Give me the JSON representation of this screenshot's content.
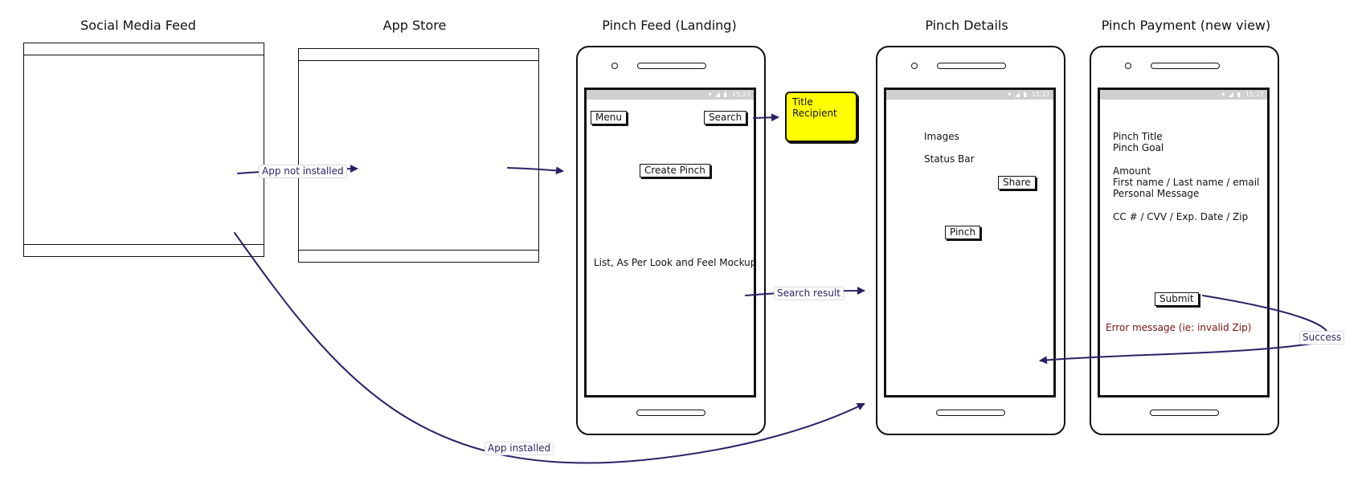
{
  "colors": {
    "arrow": "#2e1f66",
    "sticky": "#ffff00",
    "error_text": "#7a1212"
  },
  "titles": {
    "social": "Social Media Feed",
    "appstore": "App Store",
    "feed": "Pinch Feed (Landing)",
    "details": "Pinch Details",
    "payment": "Pinch Payment (new view)"
  },
  "statusbar": {
    "time": "15:27",
    "icons": "wifi-icon signal-icon battery-icon"
  },
  "feed": {
    "menu_button": "Menu",
    "search_button": "Search",
    "create_button": "Create Pinch",
    "list_text": "List, As Per Look and Feel Mockup"
  },
  "sticky_note": {
    "line1": "Title",
    "line2": "Recipient"
  },
  "details": {
    "images": "Images",
    "status_bar": "Status Bar",
    "share_button": "Share",
    "pinch_button": "Pinch"
  },
  "payment": {
    "line1": "Pinch Title",
    "line2": "Pinch Goal",
    "line3": "Amount",
    "line4": "First name / Last name / email",
    "line5": "Personal Message",
    "line6": "CC # / CVV / Exp. Date / Zip",
    "submit_button": "Submit",
    "error": "Error message (ie: invalid Zip)"
  },
  "edges": {
    "not_installed": "App not installed",
    "installed": "App installed",
    "search_result": "Search result",
    "success": "Success"
  }
}
